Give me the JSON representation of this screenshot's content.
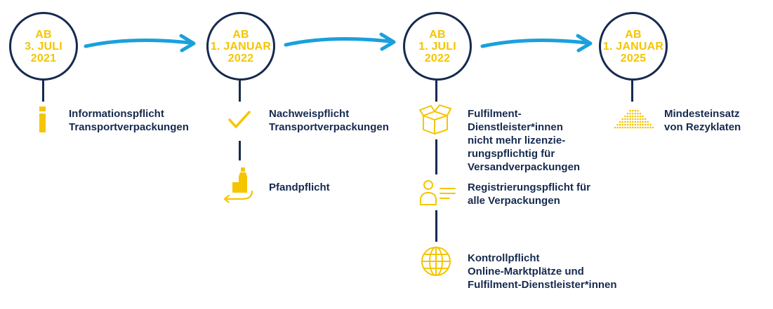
{
  "colors": {
    "navy": "#162a4f",
    "yellow": "#f5c500",
    "arrow_blue": "#1aa0dc"
  },
  "milestones": [
    {
      "date_lines": [
        "AB",
        "3. JULI",
        "2021"
      ],
      "items": [
        {
          "icon": "info-icon",
          "lines": [
            "Informationspflicht",
            "Transportverpackungen"
          ]
        }
      ]
    },
    {
      "date_lines": [
        "AB",
        "1. JANUAR",
        "2022"
      ],
      "items": [
        {
          "icon": "checkmark-icon",
          "lines": [
            "Nachweispflicht",
            "Transportverpackungen"
          ]
        },
        {
          "icon": "deposit-bottle-icon",
          "lines": [
            "Pfandpflicht"
          ]
        }
      ]
    },
    {
      "date_lines": [
        "AB",
        "1. JULI",
        "2022"
      ],
      "items": [
        {
          "icon": "open-box-icon",
          "lines": [
            "Fulfilment-",
            "Dienstleister*innen",
            "nicht mehr lizenzie-",
            "rungspflichtig für",
            "Versandverpackungen"
          ]
        },
        {
          "icon": "person-registration-icon",
          "lines": [
            "Registrierungspflicht für",
            "alle Verpackungen"
          ]
        },
        {
          "icon": "globe-icon",
          "lines": [
            "Kontrollpflicht",
            "Online-Marktplätze und",
            "Fulfilment-Dienstleister*innen"
          ]
        }
      ]
    },
    {
      "date_lines": [
        "AB",
        "1. JANUAR",
        "2025"
      ],
      "items": [
        {
          "icon": "recyclate-pile-icon",
          "lines": [
            "Mindesteinsatz",
            "von Rezyklaten"
          ]
        }
      ]
    }
  ]
}
